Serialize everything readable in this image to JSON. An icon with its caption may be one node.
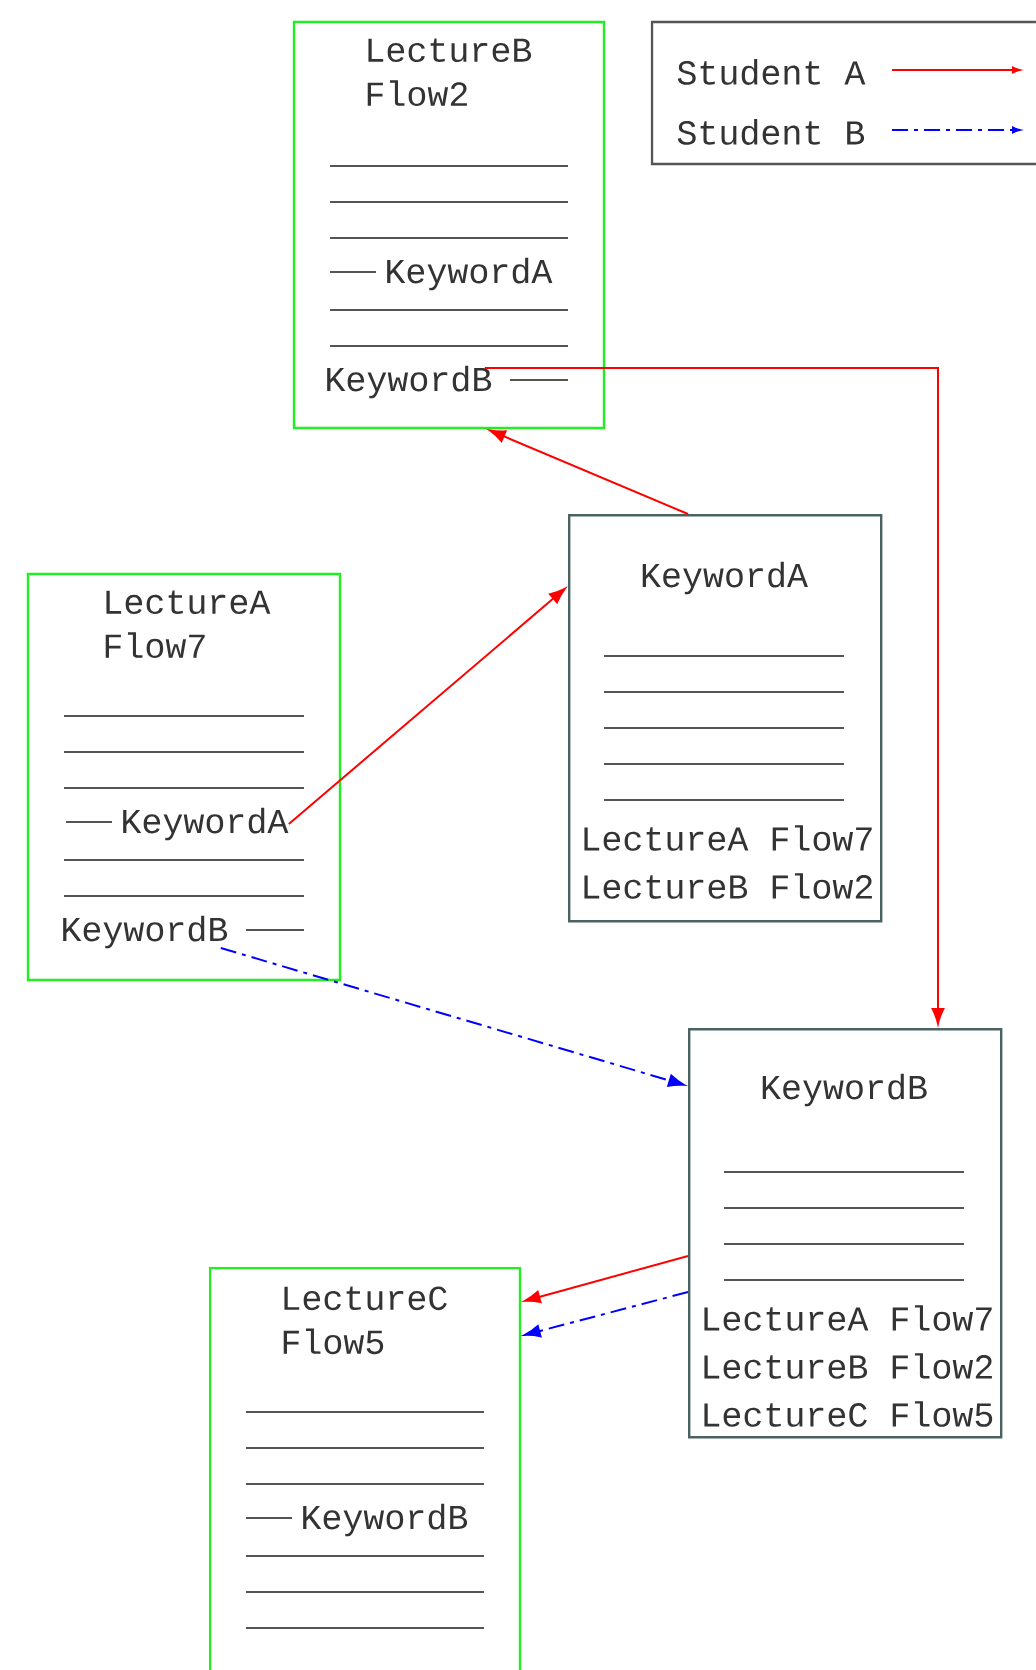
{
  "diagram": {
    "nodes": [
      {
        "text": [
          "LectureB Flow2"
        ]
      },
      {
        "text": [
          "KeywordA"
        ],
        "in": 0
      },
      {
        "text": [
          "KeywordB"
        ],
        "in": 0
      },
      {
        "text": [
          "KeywordA",
          "LectureA Flow7",
          "LectureB Flow2"
        ]
      },
      {
        "text": [
          "LectureA Flow7"
        ]
      },
      {
        "text": [
          "KeywordA"
        ],
        "in": 4
      },
      {
        "text": [
          "KeywordB"
        ],
        "in": 4
      },
      {
        "text": [
          "KeywordB",
          "LectureA Flow7",
          "LectureB Flow2",
          "LectureC Flow5"
        ]
      },
      {
        "text": [
          "LectureC Flow5"
        ]
      },
      {
        "text": [
          "KeywordB"
        ],
        "in": 8
      }
    ],
    "edges": [
      {
        "from": 5,
        "to": 3,
        "arrow": "to",
        "color": "#ff0000"
      },
      {
        "from": 3,
        "to": 0,
        "arrow": "to",
        "color": "#ff0000"
      },
      {
        "from": 2,
        "to": 7,
        "arrow": "to",
        "color": "#ff0000"
      },
      {
        "from": 6,
        "to": 7,
        "arrow": "to",
        "style": "dashed",
        "color": "#0000ff"
      },
      {
        "from": 7,
        "to": 8,
        "arrow": "to",
        "color": "#ff0000"
      },
      {
        "from": 7,
        "to": 8,
        "arrow": "to",
        "style": "dashed",
        "color": "#0000ff"
      }
    ],
    "legend": [
      {
        "text": "Student A"
      },
      {
        "text": "Student B"
      }
    ]
  }
}
